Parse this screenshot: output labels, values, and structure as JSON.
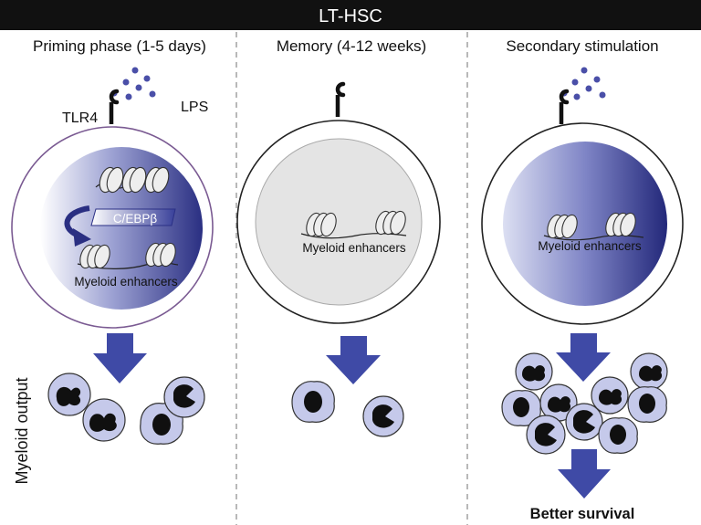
{
  "header": {
    "title": "LT-HSC"
  },
  "y_axis_label": "Myeloid output",
  "panels": [
    {
      "title": "Priming phase (1-5 days)",
      "receptor_label": "TLR4",
      "ligand_label": "LPS",
      "factor_label": "C/EBPβ",
      "enhancer_label": "Myeloid enhancers"
    },
    {
      "title": "Memory (4-12 weeks)",
      "enhancer_label": "Myeloid enhancers"
    },
    {
      "title": "Secondary stimulation",
      "enhancer_label": "Myeloid enhancers",
      "outcome_label": "Better survival"
    }
  ],
  "colors": {
    "header_bg": "#111111",
    "header_text": "#ffffff",
    "arrow": "#3f4aa6",
    "nucleus_dark": "#2a2f82",
    "cell_fill": "#c5c9ea",
    "cell_nucleus": "#101010",
    "resting_nucleus": "#e4e4e4",
    "membrane": "#7a5a92",
    "divider": "#8a8a8a",
    "ligand": "#4a4fa8"
  }
}
